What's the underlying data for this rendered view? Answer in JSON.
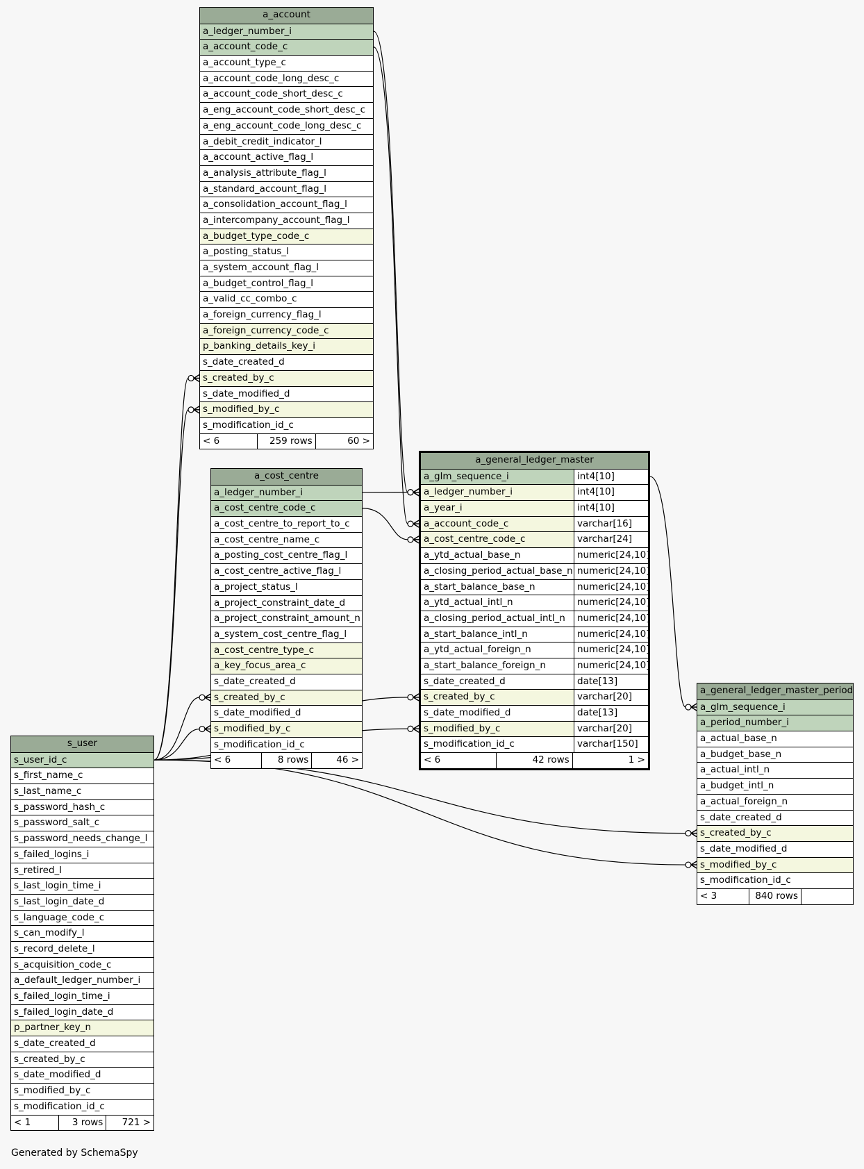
{
  "footer_text": "Generated by SchemaSpy",
  "colors": {
    "header": "#9aab96",
    "primary_key": "#bfd4bb",
    "foreign_key": "#f4f7df",
    "plain": "#ffffff",
    "background": "#f7f7f7"
  },
  "tables": [
    {
      "id": "a_account",
      "name": "a_account",
      "focus": false,
      "columns": [
        {
          "name": "a_ledger_number_i",
          "kind": "pk"
        },
        {
          "name": "a_account_code_c",
          "kind": "pk"
        },
        {
          "name": "a_account_type_c",
          "kind": "plain"
        },
        {
          "name": "a_account_code_long_desc_c",
          "kind": "plain"
        },
        {
          "name": "a_account_code_short_desc_c",
          "kind": "plain"
        },
        {
          "name": "a_eng_account_code_short_desc_c",
          "kind": "plain"
        },
        {
          "name": "a_eng_account_code_long_desc_c",
          "kind": "plain"
        },
        {
          "name": "a_debit_credit_indicator_l",
          "kind": "plain"
        },
        {
          "name": "a_account_active_flag_l",
          "kind": "plain"
        },
        {
          "name": "a_analysis_attribute_flag_l",
          "kind": "plain"
        },
        {
          "name": "a_standard_account_flag_l",
          "kind": "plain"
        },
        {
          "name": "a_consolidation_account_flag_l",
          "kind": "plain"
        },
        {
          "name": "a_intercompany_account_flag_l",
          "kind": "plain"
        },
        {
          "name": "a_budget_type_code_c",
          "kind": "fk"
        },
        {
          "name": "a_posting_status_l",
          "kind": "plain"
        },
        {
          "name": "a_system_account_flag_l",
          "kind": "plain"
        },
        {
          "name": "a_budget_control_flag_l",
          "kind": "plain"
        },
        {
          "name": "a_valid_cc_combo_c",
          "kind": "plain"
        },
        {
          "name": "a_foreign_currency_flag_l",
          "kind": "plain"
        },
        {
          "name": "a_foreign_currency_code_c",
          "kind": "fk"
        },
        {
          "name": "p_banking_details_key_i",
          "kind": "fk"
        },
        {
          "name": "s_date_created_d",
          "kind": "plain"
        },
        {
          "name": "s_created_by_c",
          "kind": "fk"
        },
        {
          "name": "s_date_modified_d",
          "kind": "plain"
        },
        {
          "name": "s_modified_by_c",
          "kind": "fk"
        },
        {
          "name": "s_modification_id_c",
          "kind": "plain"
        }
      ],
      "footer": {
        "parents": "< 6",
        "rows": "259 rows",
        "children": "60 >"
      }
    },
    {
      "id": "a_cost_centre",
      "name": "a_cost_centre",
      "focus": false,
      "columns": [
        {
          "name": "a_ledger_number_i",
          "kind": "pk"
        },
        {
          "name": "a_cost_centre_code_c",
          "kind": "pk"
        },
        {
          "name": "a_cost_centre_to_report_to_c",
          "kind": "plain"
        },
        {
          "name": "a_cost_centre_name_c",
          "kind": "plain"
        },
        {
          "name": "a_posting_cost_centre_flag_l",
          "kind": "plain"
        },
        {
          "name": "a_cost_centre_active_flag_l",
          "kind": "plain"
        },
        {
          "name": "a_project_status_l",
          "kind": "plain"
        },
        {
          "name": "a_project_constraint_date_d",
          "kind": "plain"
        },
        {
          "name": "a_project_constraint_amount_n",
          "kind": "plain"
        },
        {
          "name": "a_system_cost_centre_flag_l",
          "kind": "plain"
        },
        {
          "name": "a_cost_centre_type_c",
          "kind": "fk"
        },
        {
          "name": "a_key_focus_area_c",
          "kind": "fk"
        },
        {
          "name": "s_date_created_d",
          "kind": "plain"
        },
        {
          "name": "s_created_by_c",
          "kind": "fk"
        },
        {
          "name": "s_date_modified_d",
          "kind": "plain"
        },
        {
          "name": "s_modified_by_c",
          "kind": "fk"
        },
        {
          "name": "s_modification_id_c",
          "kind": "plain"
        }
      ],
      "footer": {
        "parents": "< 6",
        "rows": "8 rows",
        "children": "46 >"
      }
    },
    {
      "id": "a_general_ledger_master",
      "name": "a_general_ledger_master",
      "focus": true,
      "columns": [
        {
          "name": "a_glm_sequence_i",
          "type": "int4[10]",
          "kind": "pk"
        },
        {
          "name": "a_ledger_number_i",
          "type": "int4[10]",
          "kind": "fk"
        },
        {
          "name": "a_year_i",
          "type": "int4[10]",
          "kind": "fk"
        },
        {
          "name": "a_account_code_c",
          "type": "varchar[16]",
          "kind": "fk"
        },
        {
          "name": "a_cost_centre_code_c",
          "type": "varchar[24]",
          "kind": "fk"
        },
        {
          "name": "a_ytd_actual_base_n",
          "type": "numeric[24,10]",
          "kind": "plain"
        },
        {
          "name": "a_closing_period_actual_base_n",
          "type": "numeric[24,10]",
          "kind": "plain"
        },
        {
          "name": "a_start_balance_base_n",
          "type": "numeric[24,10]",
          "kind": "plain"
        },
        {
          "name": "a_ytd_actual_intl_n",
          "type": "numeric[24,10]",
          "kind": "plain"
        },
        {
          "name": "a_closing_period_actual_intl_n",
          "type": "numeric[24,10]",
          "kind": "plain"
        },
        {
          "name": "a_start_balance_intl_n",
          "type": "numeric[24,10]",
          "kind": "plain"
        },
        {
          "name": "a_ytd_actual_foreign_n",
          "type": "numeric[24,10]",
          "kind": "plain"
        },
        {
          "name": "a_start_balance_foreign_n",
          "type": "numeric[24,10]",
          "kind": "plain"
        },
        {
          "name": "s_date_created_d",
          "type": "date[13]",
          "kind": "plain"
        },
        {
          "name": "s_created_by_c",
          "type": "varchar[20]",
          "kind": "fk"
        },
        {
          "name": "s_date_modified_d",
          "type": "date[13]",
          "kind": "plain"
        },
        {
          "name": "s_modified_by_c",
          "type": "varchar[20]",
          "kind": "fk"
        },
        {
          "name": "s_modification_id_c",
          "type": "varchar[150]",
          "kind": "plain"
        }
      ],
      "footer": {
        "parents": "< 6",
        "rows": "42 rows",
        "children": "1 >"
      }
    },
    {
      "id": "a_general_ledger_master_period",
      "name": "a_general_ledger_master_period",
      "focus": false,
      "columns": [
        {
          "name": "a_glm_sequence_i",
          "kind": "pk"
        },
        {
          "name": "a_period_number_i",
          "kind": "pk"
        },
        {
          "name": "a_actual_base_n",
          "kind": "plain"
        },
        {
          "name": "a_budget_base_n",
          "kind": "plain"
        },
        {
          "name": "a_actual_intl_n",
          "kind": "plain"
        },
        {
          "name": "a_budget_intl_n",
          "kind": "plain"
        },
        {
          "name": "a_actual_foreign_n",
          "kind": "plain"
        },
        {
          "name": "s_date_created_d",
          "kind": "plain"
        },
        {
          "name": "s_created_by_c",
          "kind": "fk"
        },
        {
          "name": "s_date_modified_d",
          "kind": "plain"
        },
        {
          "name": "s_modified_by_c",
          "kind": "fk"
        },
        {
          "name": "s_modification_id_c",
          "kind": "plain"
        }
      ],
      "footer": {
        "parents": "< 3",
        "rows": "840 rows",
        "children": ""
      }
    },
    {
      "id": "s_user",
      "name": "s_user",
      "focus": false,
      "columns": [
        {
          "name": "s_user_id_c",
          "kind": "pk"
        },
        {
          "name": "s_first_name_c",
          "kind": "plain"
        },
        {
          "name": "s_last_name_c",
          "kind": "plain"
        },
        {
          "name": "s_password_hash_c",
          "kind": "plain"
        },
        {
          "name": "s_password_salt_c",
          "kind": "plain"
        },
        {
          "name": "s_password_needs_change_l",
          "kind": "plain"
        },
        {
          "name": "s_failed_logins_i",
          "kind": "plain"
        },
        {
          "name": "s_retired_l",
          "kind": "plain"
        },
        {
          "name": "s_last_login_time_i",
          "kind": "plain"
        },
        {
          "name": "s_last_login_date_d",
          "kind": "plain"
        },
        {
          "name": "s_language_code_c",
          "kind": "plain"
        },
        {
          "name": "s_can_modify_l",
          "kind": "plain"
        },
        {
          "name": "s_record_delete_l",
          "kind": "plain"
        },
        {
          "name": "s_acquisition_code_c",
          "kind": "plain"
        },
        {
          "name": "a_default_ledger_number_i",
          "kind": "plain"
        },
        {
          "name": "s_failed_login_time_i",
          "kind": "plain"
        },
        {
          "name": "s_failed_login_date_d",
          "kind": "plain"
        },
        {
          "name": "p_partner_key_n",
          "kind": "fk"
        },
        {
          "name": "s_date_created_d",
          "kind": "plain"
        },
        {
          "name": "s_created_by_c",
          "kind": "plain"
        },
        {
          "name": "s_date_modified_d",
          "kind": "plain"
        },
        {
          "name": "s_modified_by_c",
          "kind": "plain"
        },
        {
          "name": "s_modification_id_c",
          "kind": "plain"
        }
      ],
      "footer": {
        "parents": "< 1",
        "rows": "3 rows",
        "children": "721 >"
      }
    }
  ],
  "relationships": [
    {
      "from_table": "a_account",
      "from_column": "a_ledger_number_i",
      "to_table": "a_general_ledger_master",
      "to_column": "a_ledger_number_i"
    },
    {
      "from_table": "a_account",
      "from_column": "a_account_code_c",
      "to_table": "a_general_ledger_master",
      "to_column": "a_account_code_c"
    },
    {
      "from_table": "a_cost_centre",
      "from_column": "a_ledger_number_i",
      "to_table": "a_general_ledger_master",
      "to_column": "a_ledger_number_i"
    },
    {
      "from_table": "a_cost_centre",
      "from_column": "a_cost_centre_code_c",
      "to_table": "a_general_ledger_master",
      "to_column": "a_cost_centre_code_c"
    },
    {
      "from_table": "a_general_ledger_master",
      "from_column": "a_glm_sequence_i",
      "to_table": "a_general_ledger_master_period",
      "to_column": "a_glm_sequence_i"
    },
    {
      "from_table": "s_user",
      "from_column": "s_user_id_c",
      "to_table": "a_account",
      "to_column": "s_created_by_c"
    },
    {
      "from_table": "s_user",
      "from_column": "s_user_id_c",
      "to_table": "a_account",
      "to_column": "s_modified_by_c"
    },
    {
      "from_table": "s_user",
      "from_column": "s_user_id_c",
      "to_table": "a_cost_centre",
      "to_column": "s_created_by_c"
    },
    {
      "from_table": "s_user",
      "from_column": "s_user_id_c",
      "to_table": "a_cost_centre",
      "to_column": "s_modified_by_c"
    },
    {
      "from_table": "s_user",
      "from_column": "s_user_id_c",
      "to_table": "a_general_ledger_master",
      "to_column": "s_created_by_c"
    },
    {
      "from_table": "s_user",
      "from_column": "s_user_id_c",
      "to_table": "a_general_ledger_master",
      "to_column": "s_modified_by_c"
    },
    {
      "from_table": "s_user",
      "from_column": "s_user_id_c",
      "to_table": "a_general_ledger_master_period",
      "to_column": "s_created_by_c"
    },
    {
      "from_table": "s_user",
      "from_column": "s_user_id_c",
      "to_table": "a_general_ledger_master_period",
      "to_column": "s_modified_by_c"
    }
  ]
}
